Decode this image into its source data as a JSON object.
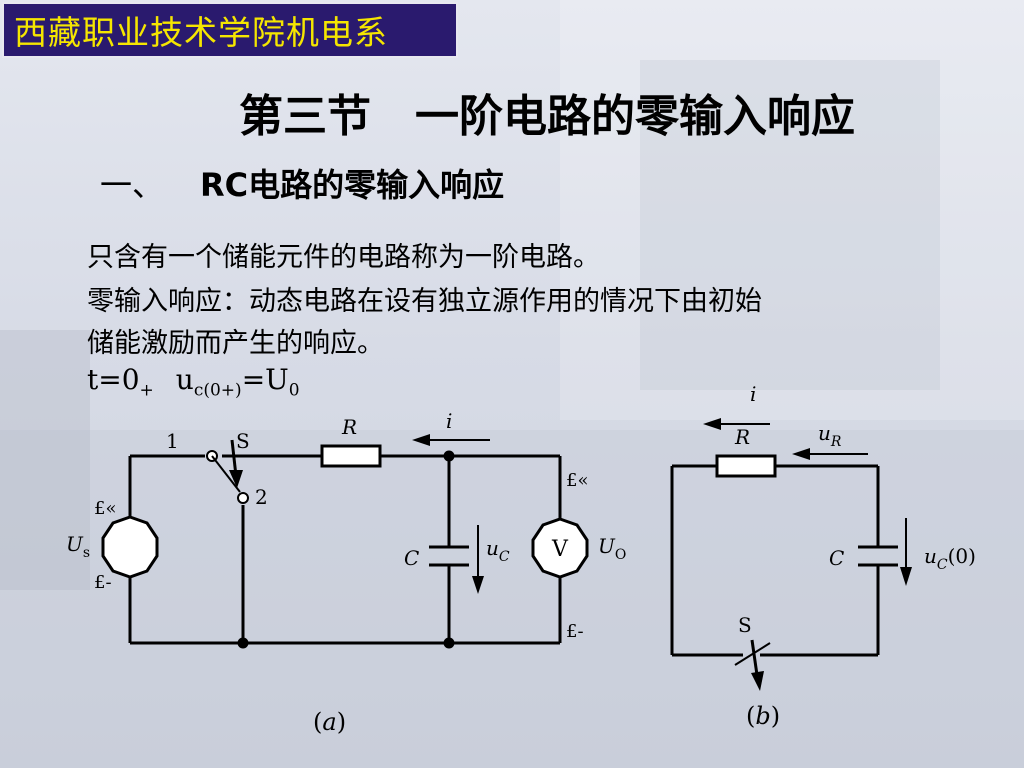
{
  "header": {
    "text": "西藏职业技术学院机电系"
  },
  "title": "第三节　一阶电路的零输入响应",
  "subtitle": {
    "number": "一、",
    "text": "RC电路的零输入响应"
  },
  "paragraphs": [
    "只含有一个储能元件的电路称为一阶电路。",
    "零输入响应：动态电路在设有独立源作用的情况下由初始",
    "储能激励而产生的响应。"
  ],
  "condition": {
    "t_prefix": "t=0",
    "t_sub": "+",
    "u": "u",
    "u_sub": "c(0+)",
    "u_eq": "=U",
    "u0_sub": "0"
  },
  "circuit_a": {
    "caption_open": "(",
    "caption_letter": "a",
    "caption_close": ")",
    "label_1": "1",
    "label_2": "2",
    "label_S": "S",
    "label_R": "R",
    "label_i": "i",
    "label_C": "C",
    "label_uC_u": "u",
    "label_uC_sub": "C",
    "label_V": "V",
    "label_Uo_U": "U",
    "label_Uo_sub": "O",
    "label_Us_U": "U",
    "label_Us_sub": "s",
    "plus_src": "£«",
    "minus_src": "£-",
    "plus_v": "£«",
    "minus_v": "£-"
  },
  "circuit_b": {
    "caption_open": "(",
    "caption_letter": "b",
    "caption_close": ")",
    "label_i": "i",
    "label_R": "R",
    "label_uR_u": "u",
    "label_uR_sub": "R",
    "label_C": "C",
    "label_uC_u": "u",
    "label_uC_sub": "C",
    "label_uC_arg": "(0)",
    "label_S": "S"
  },
  "colors": {
    "header_bg": "#2a1a6e",
    "header_text": "#f5e600"
  }
}
